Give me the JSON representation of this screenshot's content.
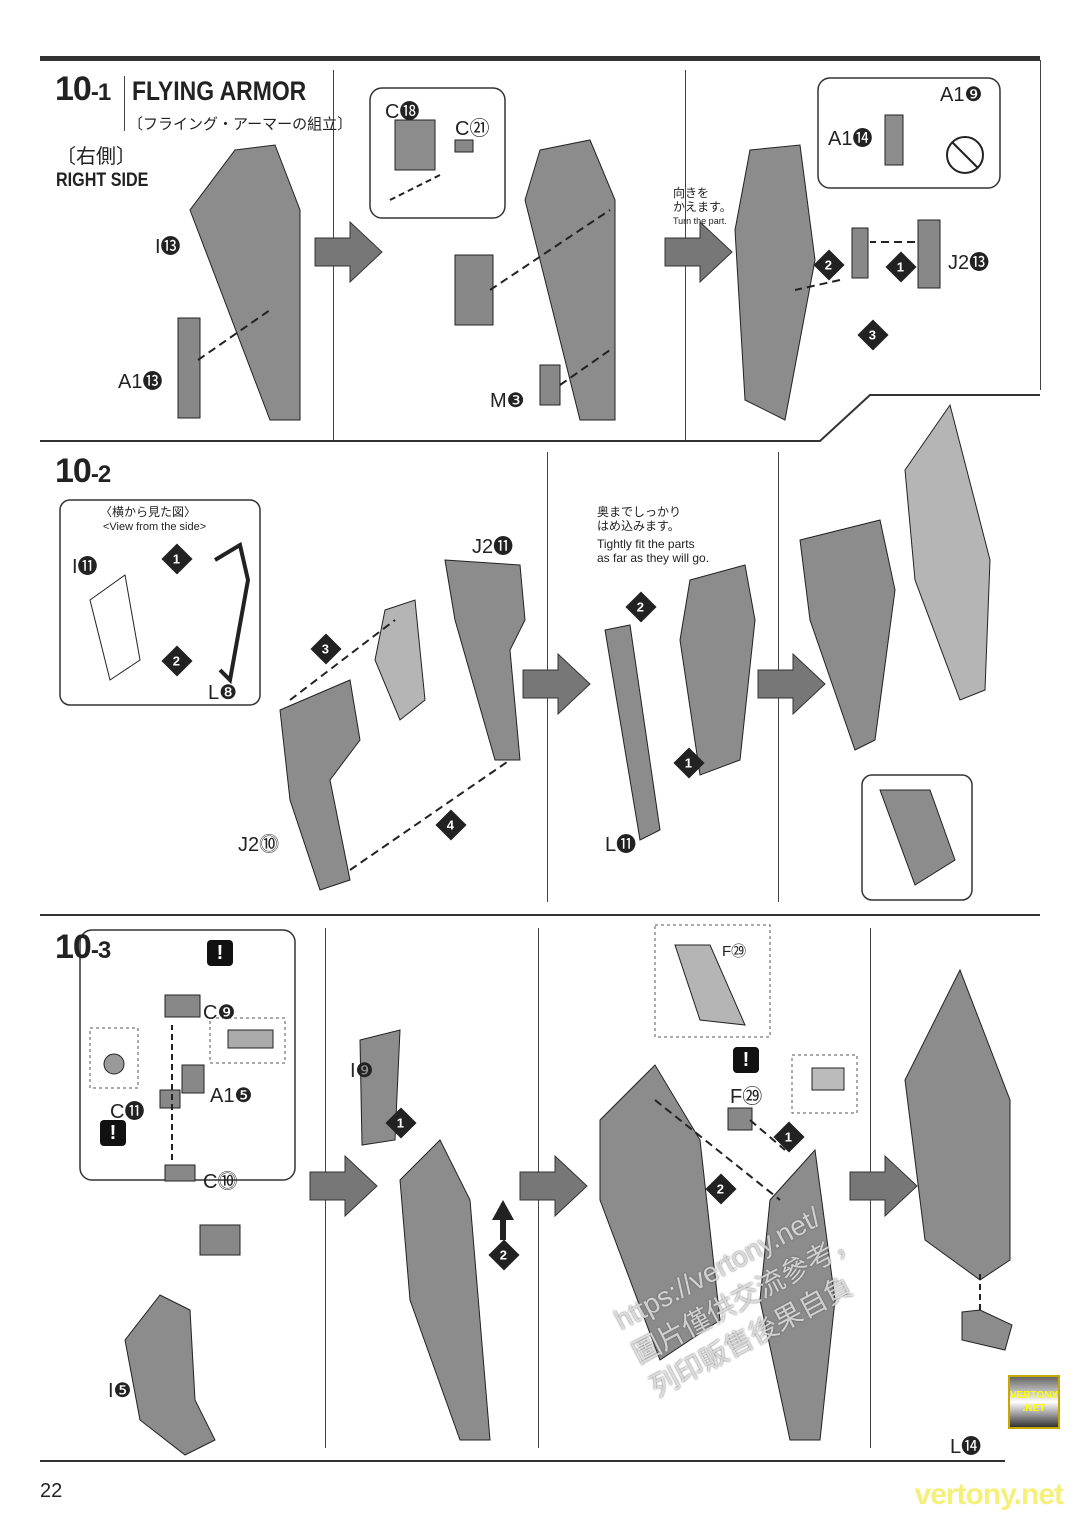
{
  "page_number": "22",
  "section_1": {
    "number": "10",
    "sub": "-1",
    "title": "FLYING ARMOR",
    "title_jp": "〔フライング・アーマーの組立〕",
    "side_jp": "〔右側〕",
    "side": "RIGHT SIDE",
    "note_jp": "向きを\nかえます。",
    "note_en": "Turn the part.",
    "labels": [
      "I⓭",
      "A1⓭",
      "C⓲",
      "C㉑",
      "M❸",
      "A1❾",
      "A1⓮",
      "J2⓭"
    ],
    "steps": [
      "2",
      "1",
      "3"
    ]
  },
  "section_2": {
    "number": "10",
    "sub": "-2",
    "view_jp": "〈横から見た図〉",
    "view_en": "<View from the side>",
    "note_jp": "奥までしっかり\nはめ込みます。",
    "note_en": "Tightly fit the parts\nas far as they will go.",
    "labels": [
      "I⓫",
      "L❽",
      "J2⓫",
      "J2⓾",
      "L⓫"
    ],
    "steps": [
      "1",
      "2",
      "3",
      "4",
      "2",
      "1"
    ]
  },
  "section_3": {
    "number": "10",
    "sub": "-3",
    "labels": [
      "C❾",
      "A1❺",
      "C⓫",
      "C⓾",
      "I❺",
      "I❾",
      "F㉙",
      "F㉙",
      "L⓮"
    ],
    "warning": "!",
    "steps": [
      "1",
      "2",
      "2",
      "1"
    ]
  },
  "watermark": {
    "url": "https://vertony.net/",
    "cn_line1": "圖片僅供交流參考，",
    "cn_line2": "列印販售後果自負",
    "badge": "VERTONY .NET",
    "footer": "vertony.net"
  },
  "colors": {
    "part_fill": "#8c8c8c",
    "part_light": "#b5b5b5",
    "line": "#333333",
    "watermark_yellow": "#f5f07a"
  }
}
